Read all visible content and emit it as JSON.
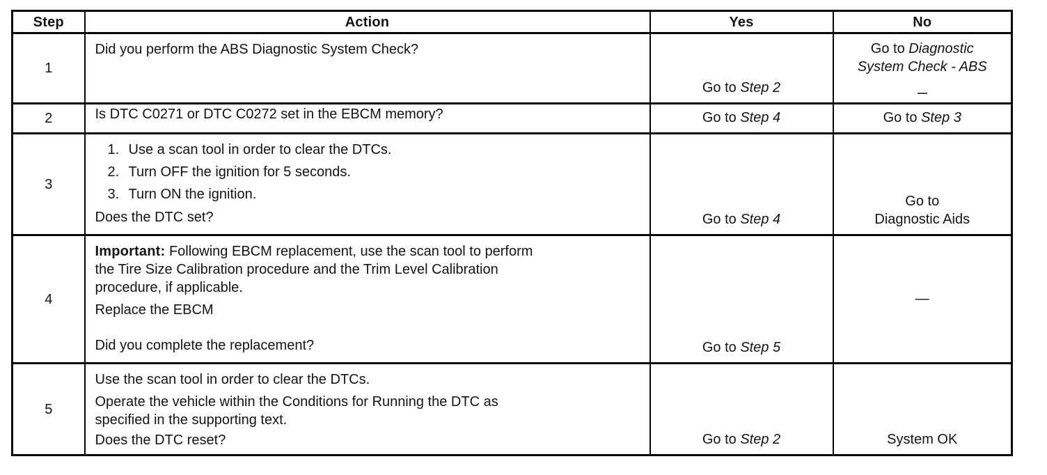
{
  "page": {
    "background": "#ffffff",
    "ink": "#141414",
    "border_color": "#060606"
  },
  "table": {
    "headers": [
      "Step",
      "Action",
      "Yes",
      "No"
    ],
    "rows": [
      {
        "step": "1",
        "action": [
          {
            "kind": "para",
            "text": "Did you perform the ABS Diagnostic System Check?"
          }
        ],
        "yes": {
          "align": "bottom",
          "parts": [
            {
              "text": "Go to "
            },
            {
              "text": "Step 2",
              "italic": true
            }
          ]
        },
        "no": {
          "align": "top",
          "artifact": true,
          "parts": [
            {
              "text": "Go to "
            },
            {
              "text": "Diagnostic",
              "italic": true
            },
            {
              "break": true
            },
            {
              "text": "System Check - ABS",
              "italic": true
            }
          ]
        }
      },
      {
        "step": "2",
        "action": [
          {
            "kind": "para",
            "text": "Is DTC C0271 or DTC C0272 set in the EBCM memory?"
          }
        ],
        "yes": {
          "align": "middle",
          "parts": [
            {
              "text": "Go to "
            },
            {
              "text": "Step 4",
              "italic": true
            }
          ]
        },
        "no": {
          "align": "middle",
          "parts": [
            {
              "text": "Go to "
            },
            {
              "text": "Step 3",
              "italic": true
            }
          ]
        }
      },
      {
        "step": "3",
        "action": [
          {
            "kind": "item",
            "num": "1.",
            "text": "Use a scan tool in order to clear the DTCs."
          },
          {
            "kind": "item",
            "num": "2.",
            "text": "Turn OFF the ignition for 5 seconds."
          },
          {
            "kind": "item",
            "num": "3.",
            "text": "Turn ON the ignition."
          },
          {
            "kind": "question",
            "text": "Does the DTC set?"
          }
        ],
        "yes": {
          "align": "bottom",
          "parts": [
            {
              "text": "Go to "
            },
            {
              "text": "Step 4",
              "italic": true
            }
          ]
        },
        "no": {
          "align": "bottom",
          "parts": [
            {
              "text": "Go to"
            },
            {
              "break": true
            },
            {
              "text": "Diagnostic Aids"
            }
          ]
        }
      },
      {
        "step": "4",
        "action": [
          {
            "kind": "lead",
            "bold": "Important:",
            "text": " Following EBCM replacement, use the scan tool to perform the Tire Size Calibration procedure and the Trim Level Calibration procedure, if applicable."
          },
          {
            "kind": "para",
            "text": "Replace the EBCM"
          },
          {
            "kind": "question",
            "text": "Did you complete the replacement?"
          }
        ],
        "yes": {
          "align": "bottom",
          "parts": [
            {
              "text": "Go to "
            },
            {
              "text": "Step 5",
              "italic": true
            }
          ]
        },
        "no": {
          "align": "middle",
          "parts": [
            {
              "text": "—"
            }
          ]
        }
      },
      {
        "step": "5",
        "action": [
          {
            "kind": "para",
            "text": "Use the scan tool in order to clear the DTCs."
          },
          {
            "kind": "para",
            "text": "Operate the vehicle within the Conditions for Running the DTC as specified in the supporting text."
          },
          {
            "kind": "question",
            "text": "Does the DTC reset?"
          }
        ],
        "yes": {
          "align": "bottom",
          "parts": [
            {
              "text": "Go to "
            },
            {
              "text": "Step 2",
              "italic": true
            }
          ]
        },
        "no": {
          "align": "bottom",
          "parts": [
            {
              "text": "System OK"
            }
          ]
        }
      }
    ]
  }
}
